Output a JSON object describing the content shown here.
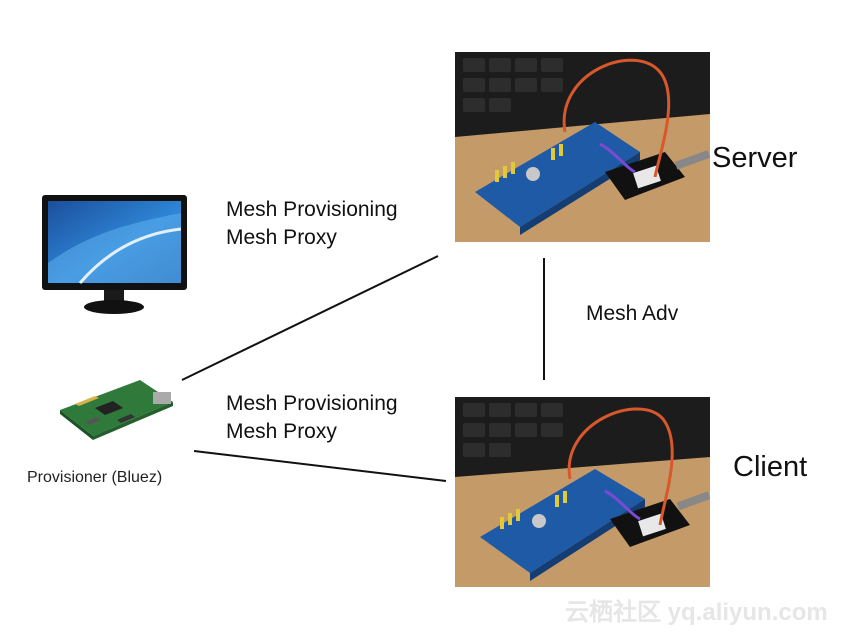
{
  "server": {
    "label": "Server"
  },
  "client": {
    "label": "Client"
  },
  "provisioner": {
    "label": "Provisioner (Bluez)"
  },
  "links": {
    "top": {
      "line1": "Mesh Provisioning",
      "line2": "Mesh Proxy"
    },
    "bottom": {
      "line1": "Mesh Provisioning",
      "line2": "Mesh Proxy"
    },
    "mesh_adv": "Mesh Adv"
  },
  "watermark": "云栖社区 yq.aliyun.com",
  "icons": {
    "monitor": "monitor-icon",
    "raspberry_pi": "raspberry-pi-board-icon",
    "dev_board": "dev-board-photo"
  },
  "colors": {
    "line": "#111111",
    "board": "#1f5aa6",
    "wire": "#d9582b",
    "monitor_screen": "#2b7fd0"
  }
}
